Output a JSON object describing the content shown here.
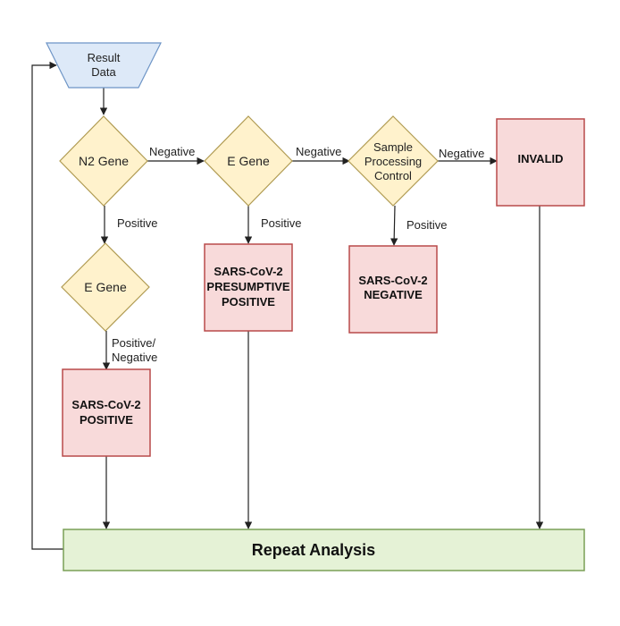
{
  "nodes": {
    "result_data": {
      "line1": "Result",
      "line2": "Data"
    },
    "n2_gene": {
      "label": "N2 Gene"
    },
    "e_gene_right": {
      "label": "E Gene"
    },
    "spc": {
      "line1": "Sample",
      "line2": "Processing",
      "line3": "Control"
    },
    "invalid": {
      "label": "INVALID"
    },
    "e_gene_down": {
      "label": "E Gene"
    },
    "presumptive": {
      "line1": "SARS-CoV-2",
      "line2": "PRESUMPTIVE",
      "line3": "POSITIVE"
    },
    "negative": {
      "line1": "SARS-CoV-2",
      "line2": "NEGATIVE"
    },
    "positive": {
      "line1": "SARS-CoV-2",
      "line2": "POSITIVE"
    },
    "repeat": {
      "label": "Repeat Analysis"
    }
  },
  "edges": {
    "n2_negative": "Negative",
    "e_negative": "Negative",
    "spc_negative": "Negative",
    "n2_positive": "Positive",
    "e_positive": "Positive",
    "spc_positive": "Positive",
    "e2_posneg_line1": "Positive/",
    "e2_posneg_line2": "Negative"
  },
  "colors": {
    "decision_fill": "#fff2cc",
    "decision_stroke": "#b09b52",
    "result_fill": "#f8dada",
    "result_stroke": "#b94a4a",
    "repeat_fill": "#e5f2d6",
    "repeat_stroke": "#7a9f57",
    "input_fill": "#dde9f8",
    "input_stroke": "#6e95c6",
    "edge": "#222222"
  },
  "icons": {
    "arrowhead": "arrowhead-icon"
  }
}
